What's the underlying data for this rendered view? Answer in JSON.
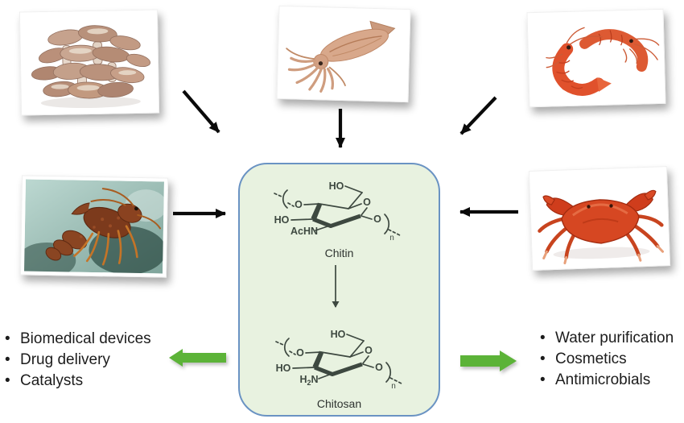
{
  "glyphs": {
    "bullet": "•"
  },
  "colors": {
    "box_fill": "#e8f2e0",
    "box_border": "#6a93c3",
    "green_arrow": "#5cb338",
    "black_arrow": "#0a0a0a",
    "structure": "#3d4840"
  },
  "sources": {
    "top_left": "mushrooms",
    "top_center": "squid",
    "top_right": "shrimps",
    "mid_left": "lobster",
    "mid_right": "crab"
  },
  "center_box": {
    "chitin": {
      "caption": "Chitin",
      "ho_top": "HO",
      "ho_left": "HO",
      "ring_oxygen": "O",
      "left_oxygen": "O",
      "right_oxygen": "O",
      "amine": "AcHN",
      "repeat_subscript": "n"
    },
    "chitosan": {
      "caption": "Chitosan",
      "ho_top": "HO",
      "ho_left": "HO",
      "ring_oxygen": "O",
      "left_oxygen": "O",
      "right_oxygen": "O",
      "amine_h": "H",
      "amine_sub": "2",
      "amine_n": "N",
      "repeat_subscript": "n"
    }
  },
  "applications_left": {
    "items": [
      "Biomedical devices",
      "Drug delivery",
      "Catalysts"
    ]
  },
  "applications_right": {
    "items": [
      "Water purification",
      "Cosmetics",
      "Antimicrobials"
    ]
  }
}
